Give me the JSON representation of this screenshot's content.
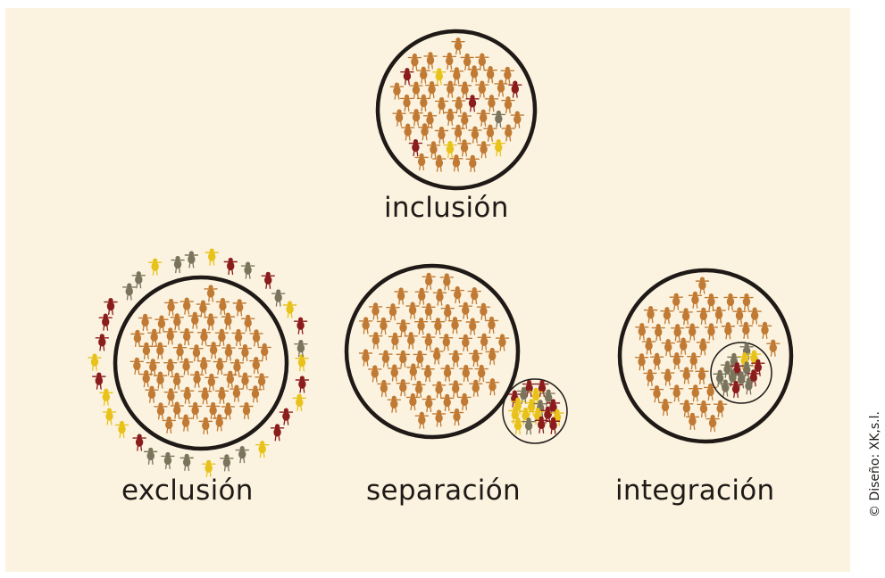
{
  "diagrams": [
    {
      "key": "inclusion",
      "label": "inclusión"
    },
    {
      "key": "exclusion",
      "label": "exclusión"
    },
    {
      "key": "separation",
      "label": "separación"
    },
    {
      "key": "integration",
      "label": "integración"
    }
  ],
  "credit": "© Diseño: XK,s.l.",
  "colors": {
    "background": "#fbf3df",
    "circle_stroke": "#1f1a17",
    "majority_figure": "#c17a33",
    "minority_figures": [
      "#8a1c1c",
      "#e8c21a",
      "#7b745d"
    ]
  }
}
